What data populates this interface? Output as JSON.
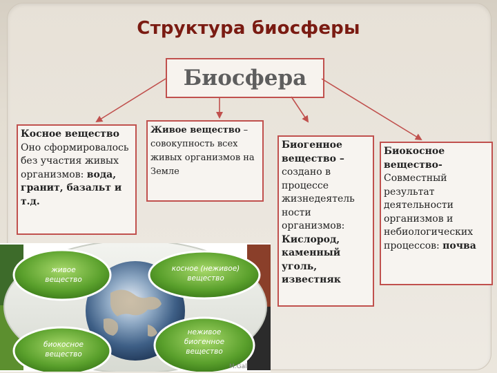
{
  "slide": {
    "title": "Структура биосферы",
    "main_label": "Биосфера",
    "boxes": [
      {
        "parts": [
          {
            "t": "Косное вещество",
            "b": true
          },
          {
            "t": " Оно сформировалось без участия живых организмов: ",
            "b": false
          },
          {
            "t": "вода, гранит, базальт и т.д.",
            "b": true
          }
        ]
      },
      {
        "parts": [
          {
            "t": "Живое вещество",
            "b": true
          },
          {
            "t": " – совокупность всех живых организмов на Земле",
            "b": false
          }
        ]
      },
      {
        "parts": [
          {
            "t": "Биогенное вещество –",
            "b": true
          },
          {
            "t": " создано в процессе жизнедеятель ности организмов: ",
            "b": false
          },
          {
            "t": "Кислород, каменный уголь, известняк",
            "b": true
          }
        ]
      },
      {
        "parts": [
          {
            "t": "Биокосное вещество-",
            "b": true
          },
          {
            "t": " Совместный результат деятельности организмов и небиологических процессов: ",
            "b": false
          },
          {
            "t": "почва",
            "b": true
          }
        ]
      }
    ]
  },
  "image": {
    "segments": [
      "живое вещество",
      "косное (неживое) вещество",
      "биокосное вещество",
      "неживое биогенное вещество"
    ],
    "watermark": "M.Gal"
  },
  "colors": {
    "title": "#7a1b12",
    "border": "#c0504d",
    "segment_green": "#5aa02c",
    "ring": "#e9ebe5"
  }
}
